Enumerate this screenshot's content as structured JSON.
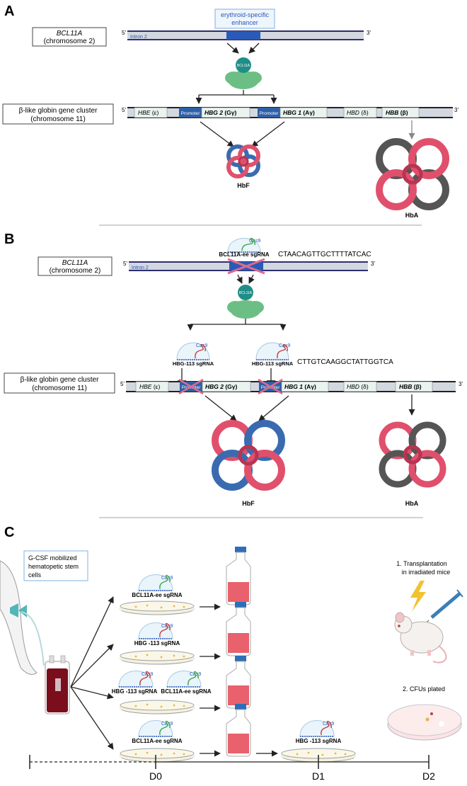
{
  "panelA": {
    "letter": "A",
    "enhancer_label_1": "erythroid-specific",
    "enhancer_label_2": "enhancer",
    "bcl_name": "BCL11A",
    "bcl_chrom": "(chromosome 2)",
    "five": "5'",
    "three": "3'",
    "intron": "Intron 2",
    "protein": "BCL11A",
    "cluster_label_1": "β-like globin gene cluster",
    "cluster_label_2": "(chromosome 11)",
    "genes": {
      "hbe": "HBE",
      "hbe_sym": " (ε)",
      "promoter": "Promoter",
      "hbg2": "HBG 2",
      "hbg2_sym": " (Gγ)",
      "hbg1": "HBG 1",
      "hbg1_sym": " (Aγ)",
      "hbd": "HBD",
      "hbd_sym": " (δ)",
      "hbb": "HBB",
      "hbb_sym": " (β)"
    },
    "hbf": "HbF",
    "hba": "HbA"
  },
  "panelB": {
    "letter": "B",
    "cas9": "Cas9",
    "sgrna_bcl": "BCL11A-ee sgRNA",
    "seq_bcl": "CTAACAGTTGCTTTTATCAC",
    "sgrna_hbg": "HBG-113 sgRNA",
    "seq_hbg": "CTTGTCAAGGCTATTGGTCA"
  },
  "panelC": {
    "letter": "C",
    "source_label_1": "G-CSF mobilized",
    "source_label_2": "hematopetic stem",
    "source_label_3": "cells",
    "row1_sgrna": "BCL11A-ee sgRNA",
    "row2_sgrna": "HBG -113 sgRNA",
    "row3_sgrna_a": "HBG -113 sgRNA",
    "row3_sgrna_b": "BCL11A-ee sgRNA",
    "row4_sgrna": "BCL11A-ee sgRNA",
    "row4_second": "HBG -113 sgRNA",
    "step1_1": "1. Transplantation",
    "step1_2": "in irradiated mice",
    "step2": "2. CFUs plated",
    "timeline": [
      "D0",
      "D1",
      "D2"
    ]
  },
  "colors": {
    "chromosome": "#d3d7df",
    "chromosome_border": "#2e2e6e",
    "enhancer": "#2a5ab8",
    "promoter": "#2f5fa6",
    "gene_box": "#e9f3ef",
    "protein": "#1f8e86",
    "cloud": "#6cbf84",
    "hbf_red": "#e0506c",
    "hbf_blue": "#3a6bb0",
    "hba_dark": "#555555",
    "cross": "#e06a8c",
    "rna_green": "#3aa64a",
    "rna_red": "#c43c3c"
  }
}
